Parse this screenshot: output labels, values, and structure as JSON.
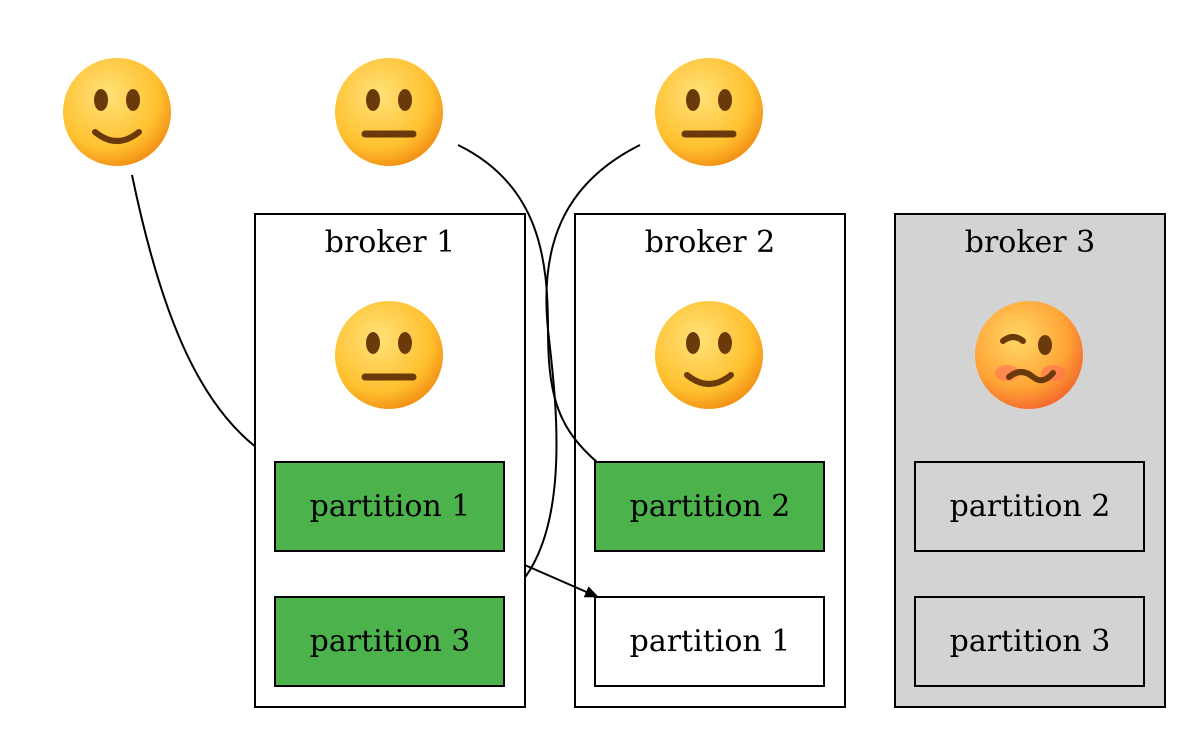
{
  "colors": {
    "leader_fill": "#4cb34c",
    "replica_fill": "#ffffff",
    "offline_broker_fill": "#d3d3d3",
    "offline_partition_fill": "#d3d3d3",
    "emoji_face": "#ffc83d",
    "emoji_feature": "#6b3a0a"
  },
  "clients": [
    {
      "icon": "slightly-smiling-face-icon"
    },
    {
      "icon": "neutral-face-icon"
    },
    {
      "icon": "neutral-face-icon"
    }
  ],
  "brokers": [
    {
      "title": "broker 1",
      "icon": "neutral-face-icon",
      "offline": false,
      "partitions": [
        {
          "label": "partition 1",
          "role": "leader"
        },
        {
          "label": "partition 3",
          "role": "leader"
        }
      ]
    },
    {
      "title": "broker 2",
      "icon": "slightly-smiling-face-icon",
      "offline": false,
      "partitions": [
        {
          "label": "partition 2",
          "role": "leader"
        },
        {
          "label": "partition 1",
          "role": "replica"
        }
      ]
    },
    {
      "title": "broker 3",
      "icon": "woozy-face-icon",
      "offline": true,
      "partitions": [
        {
          "label": "partition 2",
          "role": "offline"
        },
        {
          "label": "partition 3",
          "role": "offline"
        }
      ]
    }
  ],
  "edges": [
    {
      "from": "client 1",
      "to": "broker 1 / partition 1",
      "arrow": false
    },
    {
      "from": "client 2",
      "to": "broker 2 / partition 2",
      "arrow": false
    },
    {
      "from": "client 3",
      "to": "broker 1 / partition 3",
      "arrow": false
    },
    {
      "from": "broker 1 / partition 1",
      "to": "broker 2 / partition 1",
      "arrow": true
    }
  ]
}
